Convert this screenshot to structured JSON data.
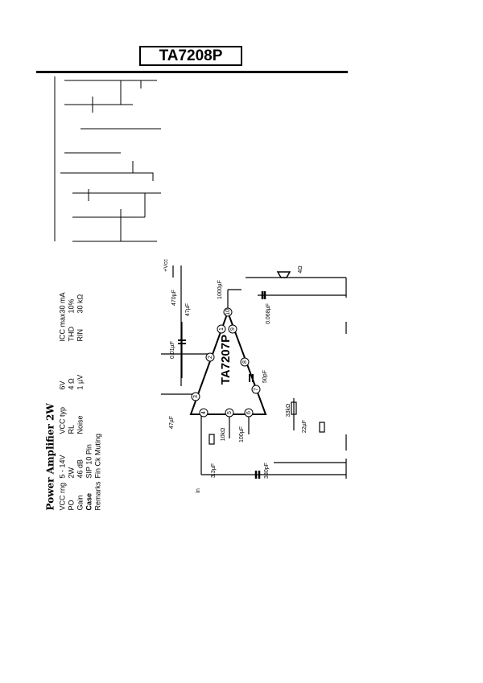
{
  "header": {
    "part_number": "TA7208P"
  },
  "specs": {
    "title": "Power Amplifier 2W",
    "rows": [
      [
        {
          "l": "VCC rng",
          "v": "5 - 14V"
        },
        {
          "l": "VCC typ",
          "v": "6V"
        },
        {
          "l": "ICC max",
          "v": "30 mA"
        }
      ],
      [
        {
          "l": "PO",
          "v": "2W"
        },
        {
          "l": "RL",
          "v": "4 Ω"
        },
        {
          "l": "THD",
          "v": "10%"
        }
      ],
      [
        {
          "l": "Gain",
          "v": "46 dB"
        },
        {
          "l": "Noise",
          "v": "1 µV"
        },
        {
          "l": "RIN",
          "v": "30 kΩ"
        }
      ],
      [
        {
          "l": "Case",
          "v": "SIP 10 Pin"
        }
      ],
      [
        {
          "l": "Remarks",
          "v": "Fin Ck Muting"
        }
      ]
    ]
  },
  "circuit": {
    "chip": "TA7207P",
    "pins": [
      "1",
      "2",
      "3",
      "4",
      "5",
      "6",
      "7",
      "8",
      "9",
      "10"
    ],
    "labels": {
      "vcc": "+Vcc",
      "c470": "470µF",
      "c47a": "47µF",
      "c1000": "1000µF",
      "c001": "0.01µF",
      "spk": "4Ω",
      "c0068": "0.068µF",
      "c50p": "50pF",
      "r33k": "33kΩ",
      "c22": "22µF",
      "c47b": "47µF",
      "r10k": "10kΩ",
      "c100": "100µF",
      "c33": "3.3µF",
      "c330p": "330pF",
      "in": "In"
    }
  }
}
